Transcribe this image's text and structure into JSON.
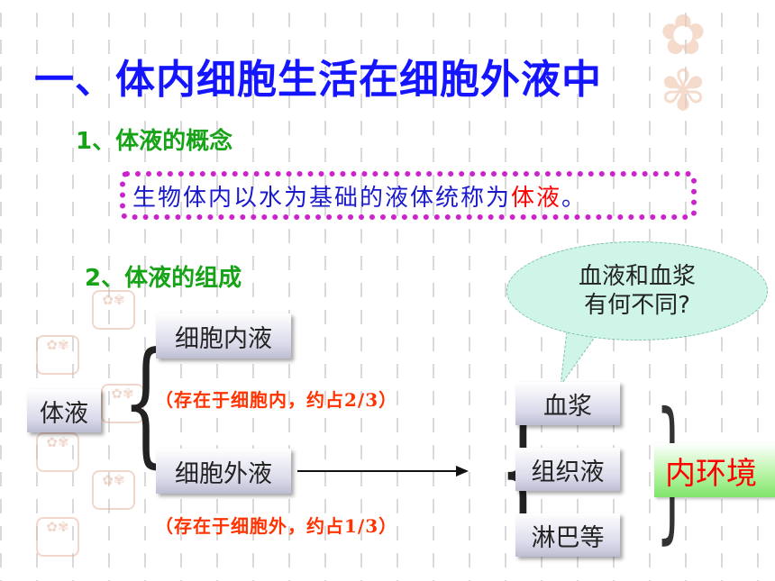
{
  "title": "一、体内细胞生活在细胞外液中",
  "section1": {
    "heading": "1、体液的概念",
    "definition_prefix": "生物体内以水为基础的液体统称为",
    "definition_highlight": "体液",
    "definition_suffix": "。"
  },
  "section2": {
    "heading": "2、体液的组成",
    "root": "体液",
    "intracellular": {
      "label": "细胞内液",
      "note": "（存在于细胞内，约占2/3）"
    },
    "extracellular": {
      "label": "细胞外液",
      "note": "（存在于细胞外，约占1/3）"
    },
    "components": [
      "血浆",
      "组织液",
      "淋巴等"
    ],
    "result": "内环境"
  },
  "bubble": {
    "line1": "血液和血浆",
    "line2": "有何不同?"
  },
  "colors": {
    "title": "#1414ff",
    "heading": "#17a317",
    "highlight": "#ff0000",
    "note": "#ff3300",
    "border": "#cc22cc"
  }
}
